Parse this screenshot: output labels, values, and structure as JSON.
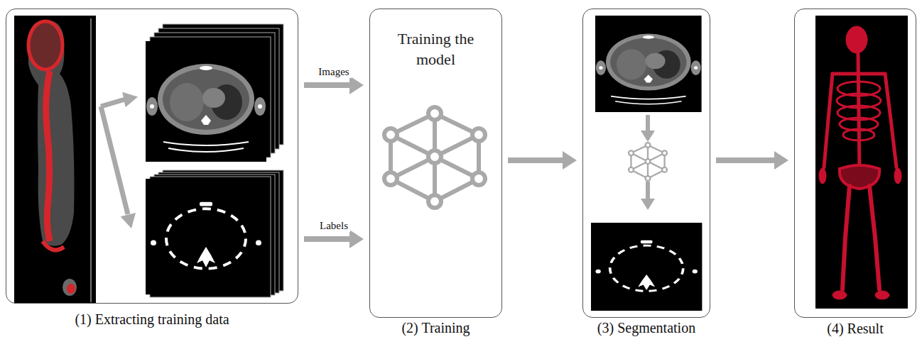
{
  "diagram": {
    "nodes": [
      {
        "text": [
          "(1) Extracting training data"
        ]
      },
      {
        "text": [
          "Training the model",
          "(2) Training"
        ]
      },
      {
        "text": [
          "(3) Segmentation"
        ]
      },
      {
        "text": [
          "(4) Result"
        ]
      }
    ],
    "edges": [
      {
        "from": 0,
        "to": 1,
        "arrow": "to",
        "label": "Images"
      },
      {
        "from": 0,
        "to": 1,
        "arrow": "to",
        "label": "Labels"
      },
      {
        "from": 1,
        "to": 2,
        "arrow": "to"
      },
      {
        "from": 2,
        "to": 3,
        "arrow": "to"
      }
    ]
  }
}
